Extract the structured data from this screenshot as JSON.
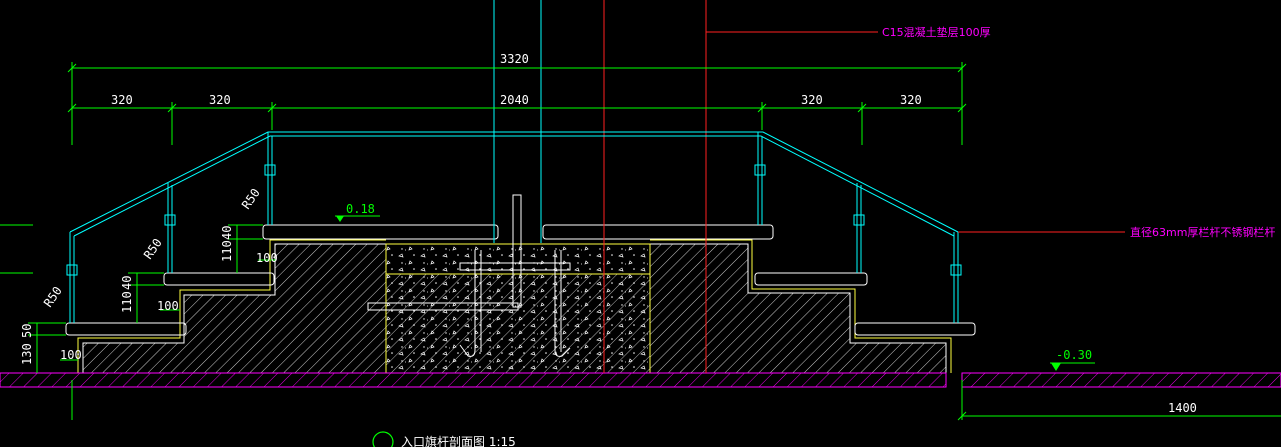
{
  "drawing": {
    "title": "入口旗杆剖面图 1:15",
    "dimensions": {
      "overall_width": "3320",
      "top_left_1": "320",
      "top_left_2": "320",
      "top_center": "2040",
      "top_right_1": "320",
      "top_right_2": "320",
      "bottom_right": "1400",
      "riser_top_110": "110",
      "riser_top_40": "40",
      "riser_mid_110": "110",
      "riser_mid_40": "40",
      "riser_low_130": "130",
      "riser_low_50": "50",
      "tread_top_100": "100",
      "tread_mid_100": "100",
      "tread_low_100": "100",
      "radius_top": "R50",
      "radius_mid": "R50",
      "radius_low": "R50"
    },
    "levels": {
      "platform": "0.18",
      "ground": "-0.30"
    },
    "annotations": {
      "concrete_note": "C15混凝土垫层100厚",
      "railing_note": "直径63mm厚栏杆不锈钢栏杆"
    },
    "colors": {
      "background": "#000000",
      "dimension_lines": "#00ff00",
      "railing": "#00ffff",
      "leader_lines": "#ff2020",
      "foundation": "#ffff40",
      "annotation_text": "#ff00ff",
      "ground_hatch": "#ff00ff"
    }
  }
}
